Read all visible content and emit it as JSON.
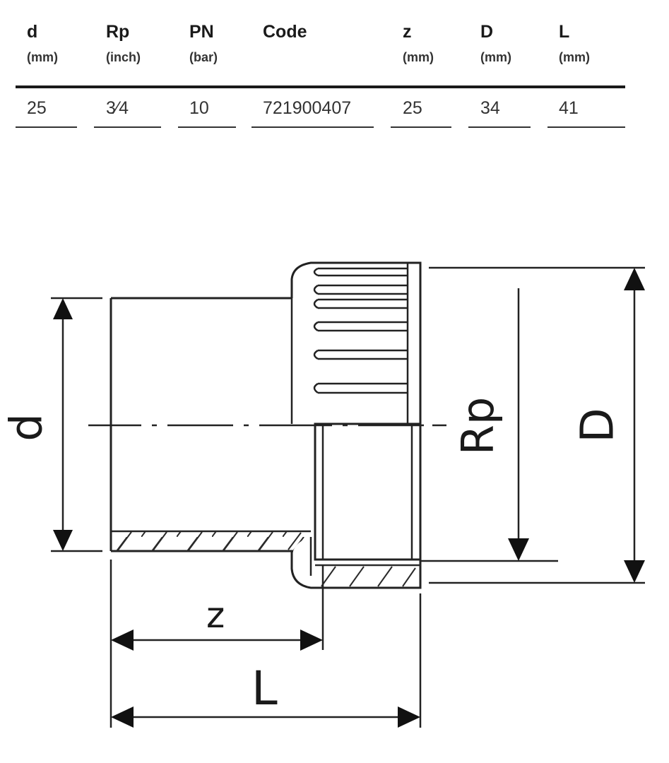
{
  "table": {
    "columns": [
      {
        "name": "d",
        "unit": "(mm)"
      },
      {
        "name": "Rp",
        "unit": "(inch)"
      },
      {
        "name": "PN",
        "unit": "(bar)"
      },
      {
        "name": "Code",
        "unit": ""
      },
      {
        "name": "z",
        "unit": "(mm)"
      },
      {
        "name": "D",
        "unit": "(mm)"
      },
      {
        "name": "L",
        "unit": "(mm)"
      }
    ],
    "rows": [
      [
        "25",
        "3⁄4",
        "10",
        "721900407",
        "25",
        "34",
        "41"
      ]
    ]
  },
  "drawing": {
    "labels": {
      "d": "d",
      "rp": "Rp",
      "big_d": "D",
      "z": "z",
      "l": "L"
    }
  }
}
